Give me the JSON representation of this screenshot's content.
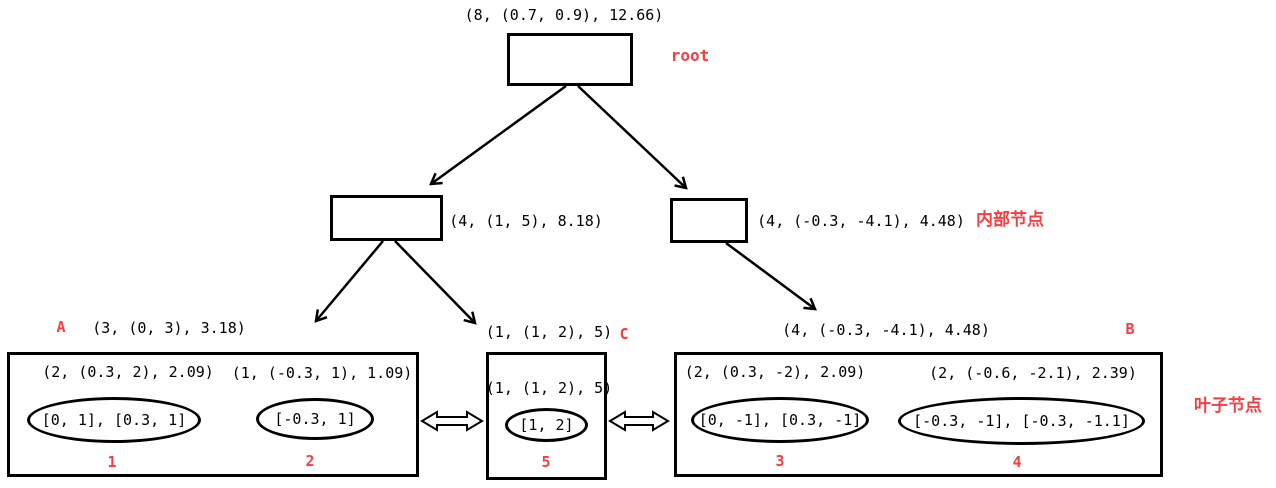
{
  "colors": {
    "accent_red": "#f63d44",
    "line_black": "#000000"
  },
  "root": {
    "caption": "(8, (0.7, 0.9), 12.66)",
    "tag": "root"
  },
  "internal": {
    "left_caption": "(4, (1, 5), 8.18)",
    "right_caption": "(4, (-0.3, -4.1), 4.48)",
    "group_label": "内部节点"
  },
  "leaves": {
    "group_label": "叶子节点",
    "a": {
      "tag": "A",
      "caption": "(3, (0, 3), 3.18)",
      "entries": [
        {
          "caption": "(2, (0.3, 2), 2.09)",
          "value": "[0, 1], [0.3, 1]",
          "num": "1"
        },
        {
          "caption": "(1, (-0.3, 1), 1.09)",
          "value": "[-0.3, 1]",
          "num": "2"
        }
      ]
    },
    "c": {
      "tag": "C",
      "caption": "(1, (1, 2), 5)",
      "entries": [
        {
          "caption": "(1, (1, 2), 5)",
          "value": "[1, 2]",
          "num": "5"
        }
      ]
    },
    "b": {
      "tag": "B",
      "caption": "(4, (-0.3, -4.1), 4.48)",
      "entries": [
        {
          "caption": "(2, (0.3, -2), 2.09)",
          "value": "[0, -1], [0.3, -1]",
          "num": "3"
        },
        {
          "caption": "(2, (-0.6, -2.1), 2.39)",
          "value": "[-0.3, -1], [-0.3, -1.1]",
          "num": "4"
        }
      ]
    }
  }
}
